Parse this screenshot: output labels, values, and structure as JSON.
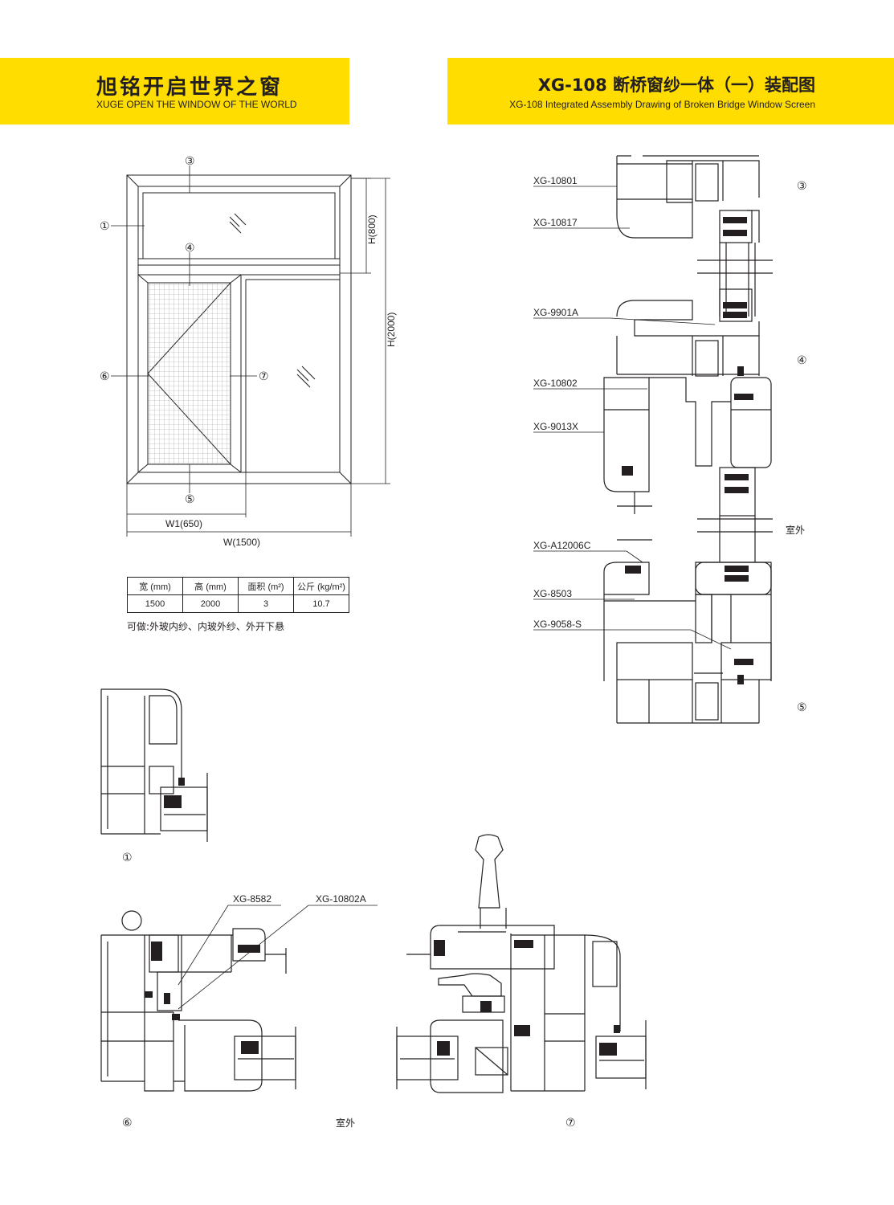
{
  "header": {
    "brand_cn": "旭铭开启世界之窗",
    "brand_en": "XUGE OPEN THE WINDOW OF THE WORLD",
    "title_cn": "XG-108 断桥窗纱一体（一）装配图",
    "title_en": "XG-108 Integrated Assembly Drawing of Broken Bridge Window Screen"
  },
  "elevation": {
    "markers": [
      "①",
      "③",
      "④",
      "⑤",
      "⑥",
      "⑦"
    ],
    "dim_h800": "H(800)",
    "dim_h2000": "H(2000)",
    "dim_w1": "W1(650)",
    "dim_w": "W(1500)"
  },
  "spec_table": {
    "headers": [
      "宽 (mm)",
      "高 (mm)",
      "面积 (m²)",
      "公斤 (kg/m²)"
    ],
    "values": [
      "1500",
      "2000",
      "3",
      "10.7"
    ]
  },
  "note": "可做:外玻内纱、内玻外纱、外开下悬",
  "section": {
    "part_labels": [
      "XG-10801",
      "XG-10817",
      "XG-9901A",
      "XG-10802",
      "XG-9013X",
      "XG-A12006C",
      "XG-8503",
      "XG-9058-S"
    ],
    "markers": [
      "③",
      "④",
      "⑤"
    ],
    "outdoor": "室外"
  },
  "details": {
    "detail1_marker": "①",
    "detail6_marker": "⑥",
    "detail7_marker": "⑦",
    "callouts": [
      "XG-8582",
      "XG-10802A"
    ],
    "outdoor": "室外"
  }
}
